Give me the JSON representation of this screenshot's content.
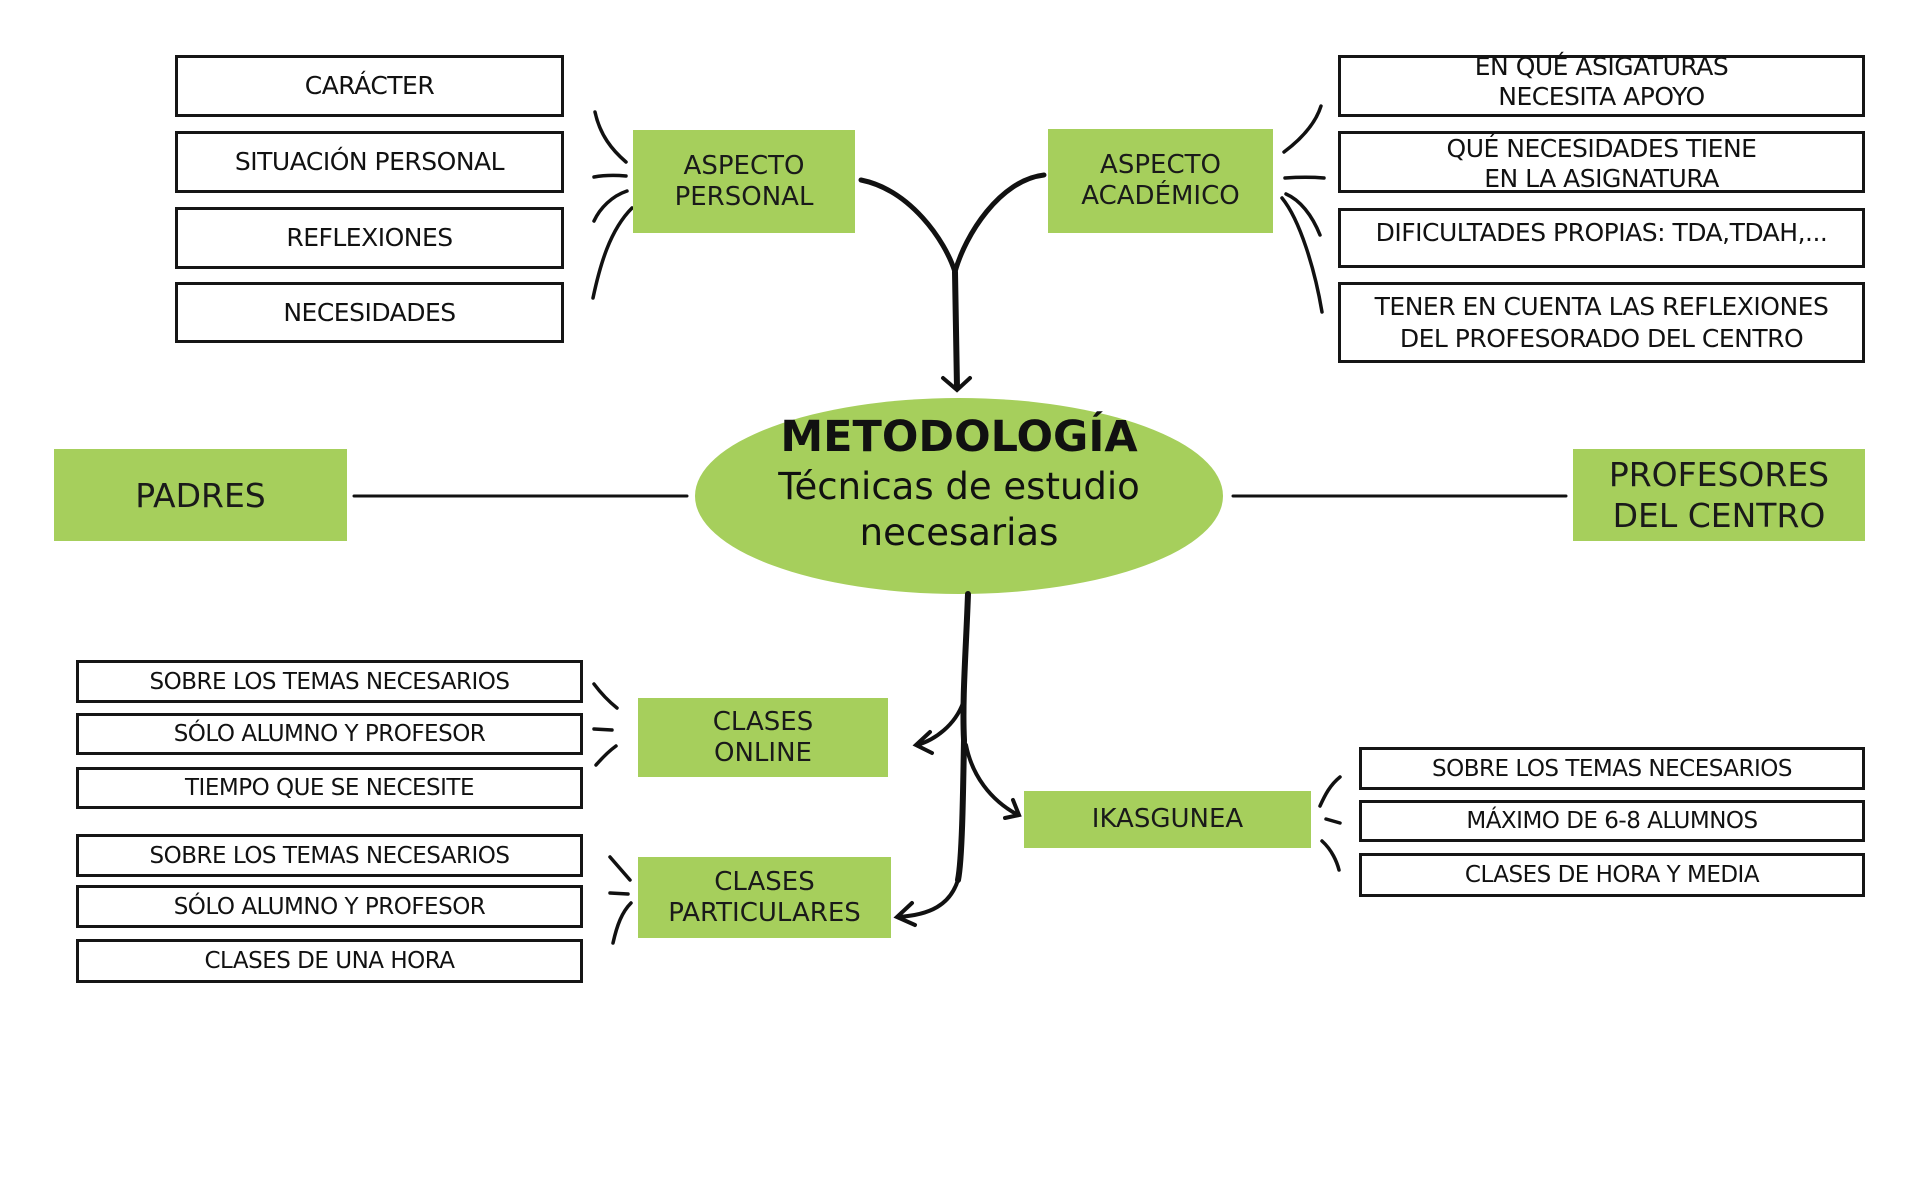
{
  "center": {
    "title": "METODOLOGÍA",
    "subtitle_line1": "Técnicas de estudio",
    "subtitle_line2": "necesarias"
  },
  "colors": {
    "node_green": "#a6cf5c",
    "border": "#151515",
    "line": "#111111"
  },
  "aspecto_personal": {
    "label": "ASPECTO\nPERSONAL",
    "items": [
      "CARÁCTER",
      "SITUACIÓN PERSONAL",
      "REFLEXIONES",
      "NECESIDADES"
    ]
  },
  "aspecto_academico": {
    "label": "ASPECTO\nACADÉMICO",
    "items": [
      "EN QUÉ ASIGATURAS\nNECESITA APOYO",
      "QUÉ NECESIDADES TIENE\nEN LA ASIGNATURA",
      "DIFICULTADES PROPIAS: TDA,TDAH,...",
      "TENER EN CUENTA LAS REFLEXIONES\nDEL PROFESORADO DEL CENTRO"
    ]
  },
  "padres": {
    "label": "PADRES"
  },
  "profesores": {
    "label": "PROFESORES\nDEL CENTRO"
  },
  "clases_online": {
    "label": "CLASES\nONLINE",
    "items": [
      "SOBRE LOS TEMAS NECESARIOS",
      "SÓLO ALUMNO Y PROFESOR",
      "TIEMPO QUE SE NECESITE"
    ]
  },
  "clases_particulares": {
    "label": "CLASES\nPARTICULARES",
    "items": [
      "SOBRE LOS TEMAS NECESARIOS",
      "SÓLO ALUMNO Y PROFESOR",
      "CLASES DE UNA HORA"
    ]
  },
  "ikasgunea": {
    "label": "IKASGUNEA",
    "items": [
      "SOBRE LOS TEMAS NECESARIOS",
      "MÁXIMO DE 6-8 ALUMNOS",
      "CLASES DE HORA Y MEDIA"
    ]
  }
}
